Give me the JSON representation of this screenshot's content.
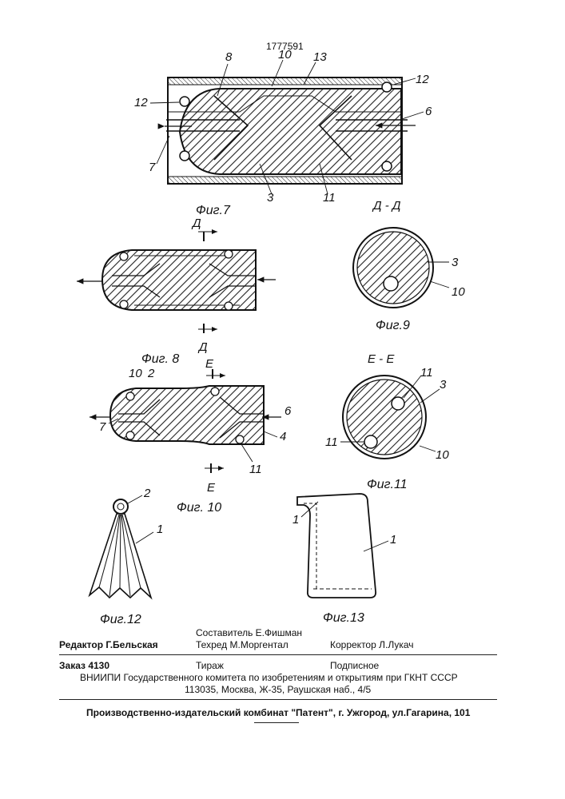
{
  "patent_number": "1777591",
  "figures": {
    "fig7": {
      "caption": "Фиг.7",
      "labels": [
        "8",
        "10",
        "13",
        "12",
        "12",
        "6",
        "7",
        "3",
        "11"
      ]
    },
    "fig8": {
      "caption": "Фиг. 8",
      "section_label": "Д",
      "section_label_bottom": "Д"
    },
    "fig9": {
      "caption": "Фиг.9",
      "section_title": "Д - Д",
      "labels": [
        "3",
        "10"
      ]
    },
    "fig10": {
      "caption": "Фиг. 10",
      "section_label": "Е",
      "section_label_bottom": "Е",
      "labels": [
        "10",
        "2",
        "6",
        "4",
        "7",
        "11"
      ]
    },
    "fig11": {
      "caption": "Фиг.11",
      "section_title": "Е - Е",
      "labels": [
        "11",
        "3",
        "11",
        "10"
      ]
    },
    "fig12": {
      "caption": "Фиг.12",
      "labels": [
        "2",
        "1"
      ]
    },
    "fig13": {
      "caption": "Фиг.13",
      "labels": [
        "1",
        "1"
      ]
    }
  },
  "footer": {
    "editor": "Редактор  Г.Бельская",
    "compiler": "Составитель  Е.Фишман",
    "techred": "Техред М.Моргентал",
    "corrector": "Корректор   Л.Лукач",
    "order": "Заказ  4130",
    "circulation": "Тираж",
    "subscription": "Подписное",
    "institute": "ВНИИПИ Государственного комитета по изобретениям и открытиям при ГКНТ СССР",
    "address": "113035, Москва, Ж-35, Раушская наб., 4/5",
    "publisher": "Производственно-издательский комбинат \"Патент\", г. Ужгород, ул.Гагарина, 101"
  }
}
